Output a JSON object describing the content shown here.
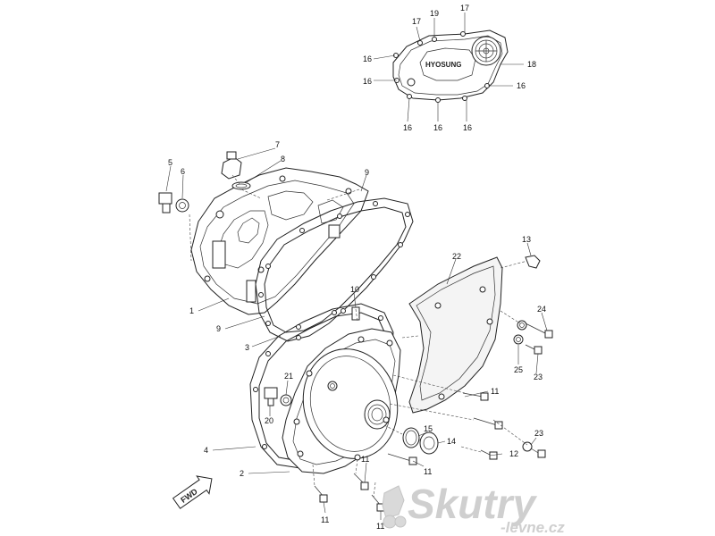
{
  "cover_brand": "HYOSUNG",
  "fwd_label": "FWD",
  "watermark": {
    "brand": "Skutry",
    "site": "-levne.cz"
  },
  "callouts": [
    {
      "id": "c-17a",
      "text": "17"
    },
    {
      "id": "c-19",
      "text": "19"
    },
    {
      "id": "c-17b",
      "text": "17"
    },
    {
      "id": "c-16a",
      "text": "16"
    },
    {
      "id": "c-18",
      "text": "18"
    },
    {
      "id": "c-16b",
      "text": "16"
    },
    {
      "id": "c-16c",
      "text": "16"
    },
    {
      "id": "c-16d",
      "text": "16"
    },
    {
      "id": "c-16e",
      "text": "16"
    },
    {
      "id": "c-16f",
      "text": "16"
    },
    {
      "id": "c-7",
      "text": "7"
    },
    {
      "id": "c-5",
      "text": "5"
    },
    {
      "id": "c-6",
      "text": "6"
    },
    {
      "id": "c-8",
      "text": "8"
    },
    {
      "id": "c-9a",
      "text": "9"
    },
    {
      "id": "c-13",
      "text": "13"
    },
    {
      "id": "c-22",
      "text": "22"
    },
    {
      "id": "c-10",
      "text": "10"
    },
    {
      "id": "c-1",
      "text": "1"
    },
    {
      "id": "c-9b",
      "text": "9"
    },
    {
      "id": "c-3",
      "text": "3"
    },
    {
      "id": "c-24",
      "text": "24"
    },
    {
      "id": "c-25",
      "text": "25"
    },
    {
      "id": "c-23a",
      "text": "23"
    },
    {
      "id": "c-21",
      "text": "21"
    },
    {
      "id": "c-11a",
      "text": "11"
    },
    {
      "id": "c-20",
      "text": "20"
    },
    {
      "id": "c-15",
      "text": "15"
    },
    {
      "id": "c-14",
      "text": "14"
    },
    {
      "id": "c-23b",
      "text": "23"
    },
    {
      "id": "c-4",
      "text": "4"
    },
    {
      "id": "c-12",
      "text": "12"
    },
    {
      "id": "c-11b",
      "text": "11"
    },
    {
      "id": "c-2",
      "text": "2"
    },
    {
      "id": "c-11c",
      "text": "11"
    },
    {
      "id": "c-11d",
      "text": "11"
    },
    {
      "id": "c-11e",
      "text": "11"
    }
  ]
}
